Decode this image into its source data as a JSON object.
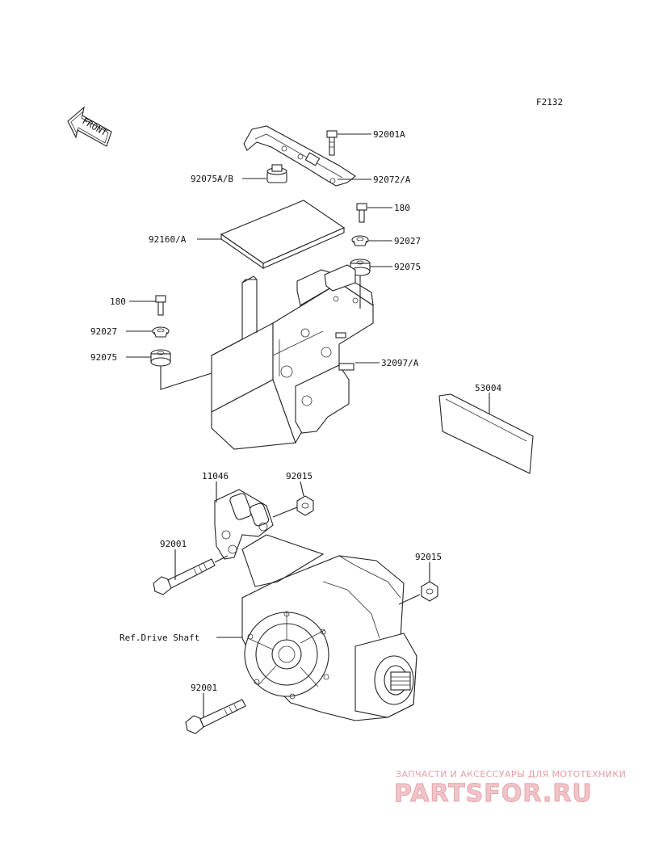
{
  "figure_code": "F2132",
  "front_label": "FRONT",
  "callouts": {
    "p92001A": "92001A",
    "p92075AB": "92075A/B",
    "p92072A": "92072/A",
    "p180_top": "180",
    "p92160A": "92160/A",
    "p92027_top": "92027",
    "p92075_top": "92075",
    "p180_left": "180",
    "p92027_left": "92027",
    "p92075_left": "92075",
    "p32097A": "32097/A",
    "p53004": "53004",
    "p11046": "11046",
    "p92015_top": "92015",
    "p92001_mid": "92001",
    "p92015_right": "92015",
    "ref_drive_shaft": "Ref.Drive Shaft",
    "p92001_bottom": "92001"
  },
  "watermark": {
    "subtitle": "ЗАПЧАСТИ И АКСЕССУАРЫ ДЛЯ МОТОТЕХНИКИ",
    "brand": "PARTSFOR.RU"
  }
}
